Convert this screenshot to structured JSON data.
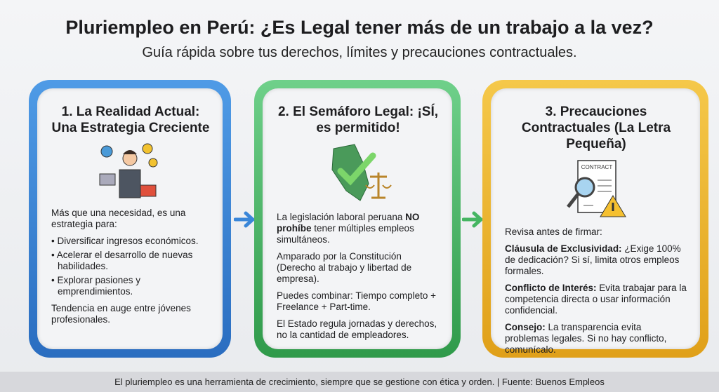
{
  "header": {
    "title": "Pluriempleo en Perú: ¿Es Legal tener más de un trabajo a la vez?",
    "subtitle": "Guía rápida sobre tus derechos, límites y precauciones contractuales."
  },
  "cards": [
    {
      "title": "1. La Realidad Actual: Una Estrategia Creciente",
      "icon": "multitasking-businessman-icon",
      "intro": "Más que una necesidad, es una estrategia para:",
      "bullets": [
        "Diversificar ingresos económicos.",
        "Acelerar el desarrollo de nuevas habilidades.",
        "Explorar pasiones y emprendimientos."
      ],
      "closing": "Tendencia en auge entre jóvenes profesionales.",
      "color": "#3a86d8"
    },
    {
      "title": "2. El Semáforo Legal: ¡SÍ, es permitido!",
      "icon": "peru-map-check-scales-icon",
      "p1_pre": "La legislación laboral peruana ",
      "p1_bold": "NO prohíbe",
      "p1_post": " tener múltiples empleos simultáneos.",
      "p2": "Amparado por la Constitución (Derecho al trabajo y libertad de empresa).",
      "p3": "Puedes combinar: Tiempo completo + Freelance + Part-time.",
      "p4": "El Estado regula jornadas y derechos, no la cantidad de empleadores.",
      "color": "#45b562"
    },
    {
      "title": "3. Precauciones Contractuales (La Letra Pequeña)",
      "icon": "contract-magnifier-warning-icon",
      "contract_label": "CONTRACT",
      "intro": "Revisa antes de firmar:",
      "items": [
        {
          "bold": "Cláusula de Exclusividad:",
          "text": " ¿Exige 100% de dedicación? Si sí, limita otros empleos formales."
        },
        {
          "bold": "Conflicto de Interés:",
          "text": " Evita trabajar para la competencia directa o usar información confidencial."
        },
        {
          "bold": "Consejo:",
          "text": " La transparencia evita problemas legales. Si no hay conflicto, comunícalo."
        }
      ],
      "color": "#eab12c"
    }
  ],
  "footer": "El pluriempleo es una herramienta de crecimiento, siempre que se gestione con ética y orden. | Fuente: Buenos Empleos"
}
